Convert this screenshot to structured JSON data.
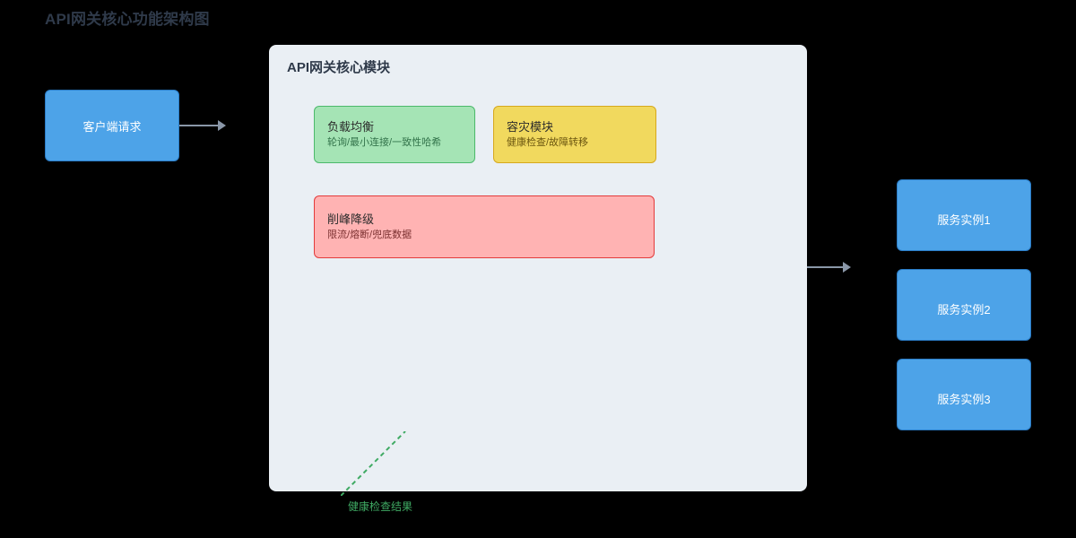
{
  "page": {
    "title": "API网关核心功能架构图",
    "background": "#000000",
    "title_color": "#2f3a4a"
  },
  "client": {
    "label": "客户端请求",
    "fill": "#4da3e8",
    "border": "#2a7cc7",
    "text_color": "#ffffff"
  },
  "arrows": {
    "client_to_gateway": "arrow-right",
    "gateway_to_services": "arrow-right",
    "color": "#8a97a8"
  },
  "gateway": {
    "title": "API网关核心模块",
    "fill": "#eaeff4",
    "modules": [
      {
        "id": "load-balance",
        "title": "负载均衡",
        "subtitle": "轮询/最小连接/一致性哈希",
        "fill": "#a5e4b5",
        "border": "#4cb96b"
      },
      {
        "id": "disaster-recovery",
        "title": "容灾模块",
        "subtitle": "健康检查/故障转移",
        "fill": "#f1d95e",
        "border": "#d6a81d"
      },
      {
        "id": "peak-clipping",
        "title": "削峰降级",
        "subtitle": "限流/熔断/兜底数据",
        "fill": "#ffb3b3",
        "border": "#e33b3b"
      }
    ],
    "health_check": {
      "label": "健康检查结果",
      "color": "#3faa63",
      "style": "dashed"
    }
  },
  "services": {
    "items": [
      {
        "label": "服务实例1"
      },
      {
        "label": "服务实例2"
      },
      {
        "label": "服务实例3"
      }
    ],
    "fill": "#4da3e8",
    "border": "#2a7cc7",
    "text_color": "#ffffff"
  }
}
